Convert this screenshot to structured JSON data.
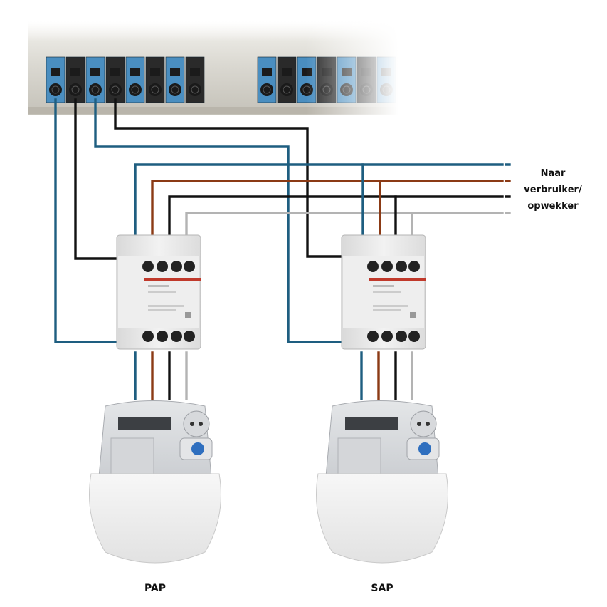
{
  "destination_label": [
    "Naar",
    "verbruiker/",
    "opwekker"
  ],
  "meters": [
    {
      "label": "PAP"
    },
    {
      "label": "SAP"
    }
  ],
  "wire_colors": {
    "l1": "#1e5e80",
    "l2": "#8b3a15",
    "l3": "#111111",
    "neutral": "#b3b3b3"
  },
  "terminal_strip": {
    "group_a_terminals": 8,
    "group_b_terminals": 7
  }
}
